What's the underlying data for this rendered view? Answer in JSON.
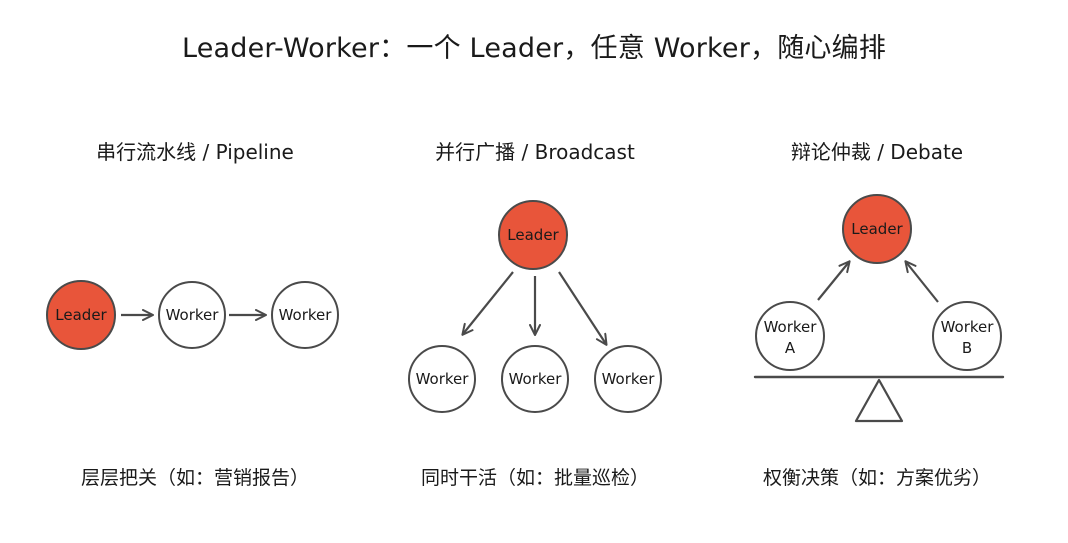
{
  "title": "Leader-Worker：一个 Leader，任意 Worker，随心编排",
  "panels": [
    {
      "heading": "串行流水线 / Pipeline",
      "caption": "层层把关（如：营销报告）",
      "nodes": {
        "leader": "Leader",
        "worker_1": "Worker",
        "worker_2": "Worker"
      }
    },
    {
      "heading": "并行广播 / Broadcast",
      "caption": "同时干活（如：批量巡检）",
      "nodes": {
        "leader": "Leader",
        "worker_1": "Worker",
        "worker_2": "Worker",
        "worker_3": "Worker"
      }
    },
    {
      "heading": "辩论仲裁 / Debate",
      "caption": "权衡决策（如：方案优劣）",
      "nodes": {
        "leader": "Leader",
        "worker_a_line1": "Worker",
        "worker_a_line2": "A",
        "worker_b_line1": "Worker",
        "worker_b_line2": "B"
      }
    }
  ],
  "colors": {
    "leader_fill": "#e8553a",
    "stroke": "#4a4a4a",
    "worker_fill": "#ffffff"
  }
}
